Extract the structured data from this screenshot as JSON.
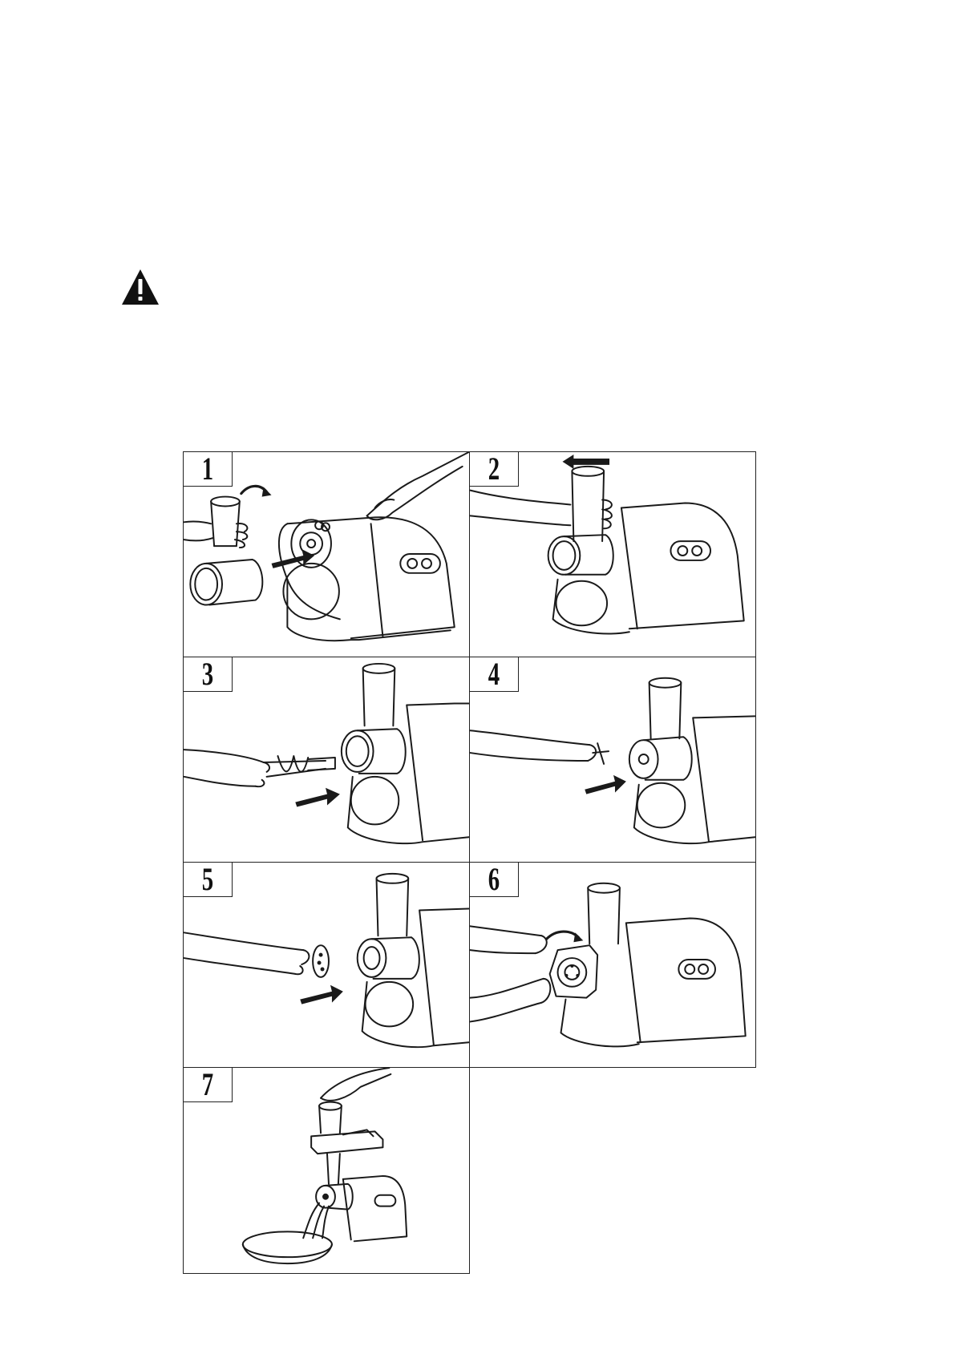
{
  "steps": [
    {
      "label": "1"
    },
    {
      "label": "2"
    },
    {
      "label": "3"
    },
    {
      "label": "4"
    },
    {
      "label": "5"
    },
    {
      "label": "6"
    },
    {
      "label": "7"
    }
  ],
  "icons": {
    "warning": "warning-triangle-icon"
  }
}
